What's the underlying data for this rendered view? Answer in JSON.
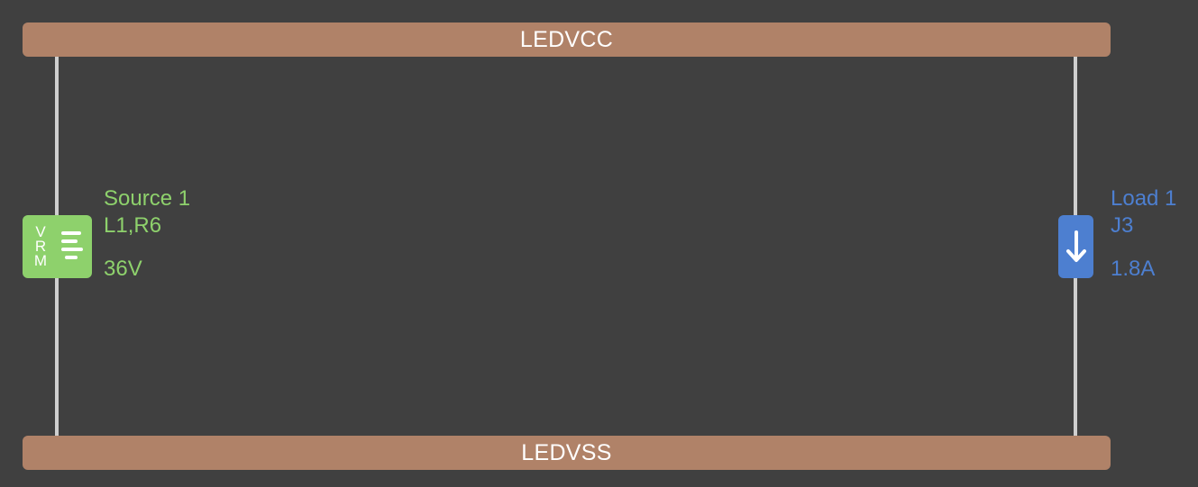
{
  "rails": {
    "top_label": "LEDVCC",
    "bottom_label": "LEDVSS",
    "color": "#b08268"
  },
  "source": {
    "name": "Source 1",
    "components": "L1,R6",
    "value": "36V",
    "badge_letters": [
      "V",
      "R",
      "M"
    ],
    "color": "#8ed16c",
    "icon": "vrm-icon"
  },
  "load": {
    "name": "Load 1",
    "components": "J3",
    "value": "1.8A",
    "color": "#4d7fd0",
    "icon": "arrow-down-icon"
  },
  "wire_color": "#cfcfcf"
}
